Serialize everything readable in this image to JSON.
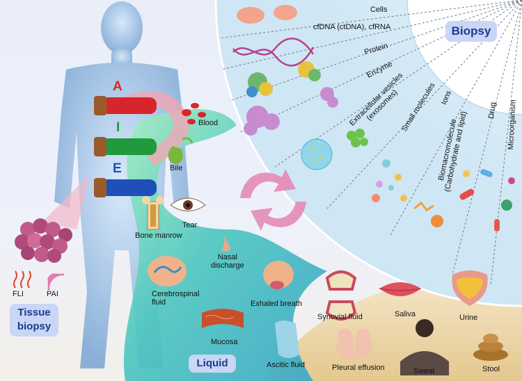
{
  "biopsy_panel": {
    "title": "Biopsy",
    "analytes": [
      "Cells",
      "cfDNA (ctDNA), cfRNA",
      "Protein",
      "Enzyme",
      "Extracellular vesicles\n(exosomes)",
      "Small molecules",
      "Ions",
      "Biomacromolecule\n(Carbohydrate and lipid)",
      "Drug",
      "Microorganism"
    ]
  },
  "tubes": {
    "letters": [
      "A",
      "I",
      "E"
    ],
    "colors": [
      "#d7262b",
      "#1f9a3c",
      "#1f4fb8"
    ]
  },
  "tissue": {
    "title": "Tissue\nbiopsy",
    "modes": [
      "FLI",
      "PAI"
    ]
  },
  "liquid": {
    "title": "Liquid"
  },
  "sources": {
    "blood": "Blood",
    "bile": "Bile",
    "bone_marrow": "Bone manrow",
    "tear": "Tear",
    "nasal": "Nasal\ndischarge",
    "csf": "Cerebrospinal\nfluid",
    "exhaled": "Exhaled breath",
    "synovial": "Synovial fluid",
    "saliva": "Saliva",
    "urine": "Urine",
    "mucosa": "Mucosa",
    "ascitic": "Ascitic fluid",
    "pleural": "Pleural effusion",
    "sweat": "Sweat",
    "stool": "Stool"
  },
  "colors": {
    "body": "#9fc4ea",
    "liquid": "#58c9b8",
    "arrow": "#e58ab8",
    "panel_ring": "#cfe9f6",
    "title_pill": "#c9d6f6"
  }
}
